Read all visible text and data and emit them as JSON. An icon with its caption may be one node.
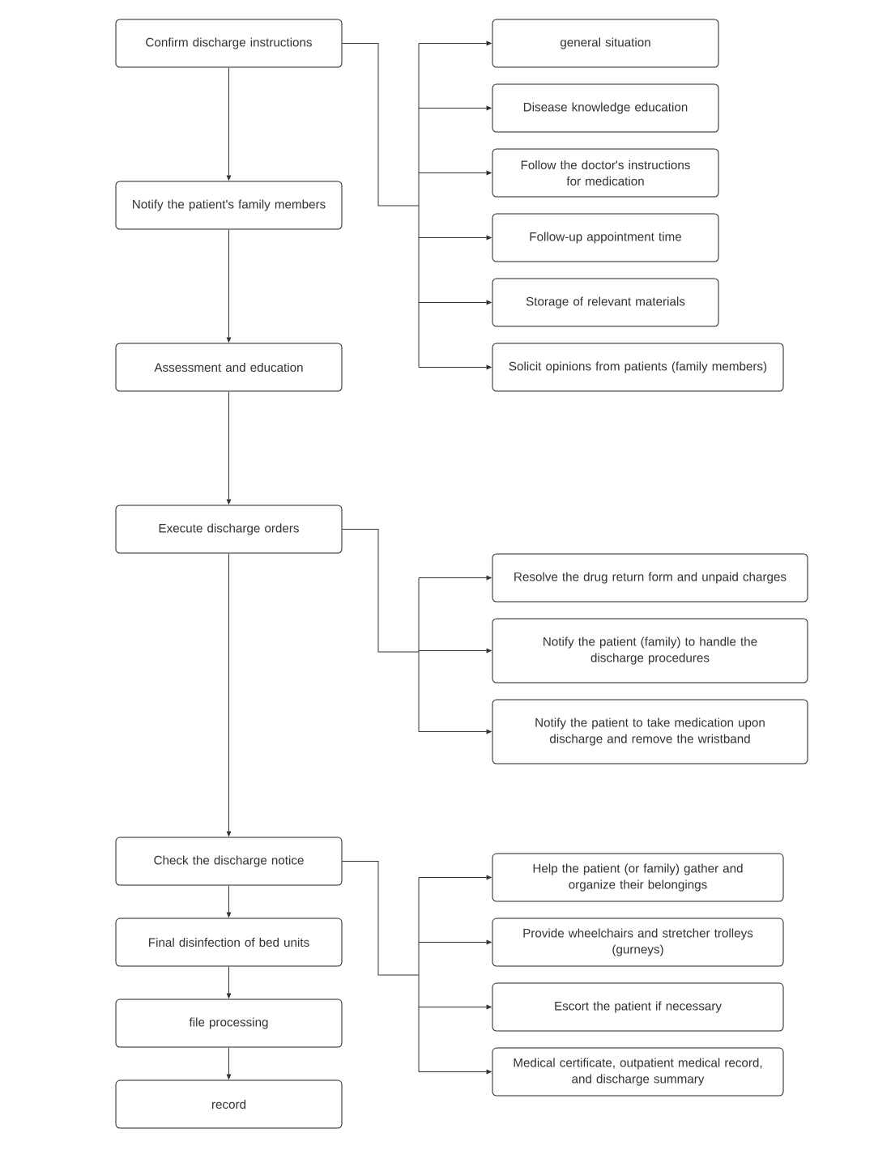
{
  "diagram": {
    "nodes": [
      {
        "text": [
          "Confirm discharge instructions"
        ]
      },
      {
        "text": [
          "Notify the patient's family members"
        ]
      },
      {
        "text": [
          "Assessment and education"
        ]
      },
      {
        "text": [
          "Execute discharge orders"
        ]
      },
      {
        "text": [
          "Check the discharge notice"
        ]
      },
      {
        "text": [
          "Final disinfection of bed units"
        ]
      },
      {
        "text": [
          "file processing"
        ]
      },
      {
        "text": [
          "record"
        ]
      },
      {
        "text": [
          "general situation"
        ]
      },
      {
        "text": [
          "Disease knowledge education"
        ]
      },
      {
        "text": [
          "Follow the doctor's instructions for medication"
        ]
      },
      {
        "text": [
          "Follow-up appointment time"
        ]
      },
      {
        "text": [
          "Storage of relevant materials"
        ]
      },
      {
        "text": [
          "Solicit opinions from patients (family members)"
        ]
      },
      {
        "text": [
          "Resolve the drug return form and unpaid charges"
        ]
      },
      {
        "text": [
          "Notify the patient (family) to handle the discharge procedures"
        ]
      },
      {
        "text": [
          "Notify the patient to take medication upon discharge and remove the wristband"
        ]
      },
      {
        "text": [
          "Help the patient (or family) gather and organize their belongings"
        ]
      },
      {
        "text": [
          "Provide wheelchairs and stretcher trolleys (gurneys)"
        ]
      },
      {
        "text": [
          "Escort the patient if necessary"
        ]
      },
      {
        "text": [
          "Medical certificate, outpatient medical record, and discharge summary"
        ]
      }
    ],
    "edges": [
      {
        "from": 0,
        "to": 1,
        "arrow": "to"
      },
      {
        "from": 1,
        "to": 2,
        "arrow": "to"
      },
      {
        "from": 2,
        "to": 3,
        "arrow": "to"
      },
      {
        "from": 3,
        "to": 4,
        "arrow": "to"
      },
      {
        "from": 4,
        "to": 5,
        "arrow": "to"
      },
      {
        "from": 5,
        "to": 6,
        "arrow": "to"
      },
      {
        "from": 6,
        "to": 7,
        "arrow": "to"
      },
      {
        "from": 0,
        "to": 8,
        "arrow": "to"
      },
      {
        "from": 0,
        "to": 9,
        "arrow": "to"
      },
      {
        "from": 0,
        "to": 10,
        "arrow": "to"
      },
      {
        "from": 0,
        "to": 11,
        "arrow": "to"
      },
      {
        "from": 0,
        "to": 12,
        "arrow": "to"
      },
      {
        "from": 0,
        "to": 13,
        "arrow": "to"
      },
      {
        "from": 3,
        "to": 14,
        "arrow": "to"
      },
      {
        "from": 3,
        "to": 15,
        "arrow": "to"
      },
      {
        "from": 3,
        "to": 16,
        "arrow": "to"
      },
      {
        "from": 4,
        "to": 17,
        "arrow": "to"
      },
      {
        "from": 4,
        "to": 18,
        "arrow": "to"
      },
      {
        "from": 4,
        "to": 19,
        "arrow": "to"
      },
      {
        "from": 4,
        "to": 20,
        "arrow": "to"
      }
    ]
  }
}
